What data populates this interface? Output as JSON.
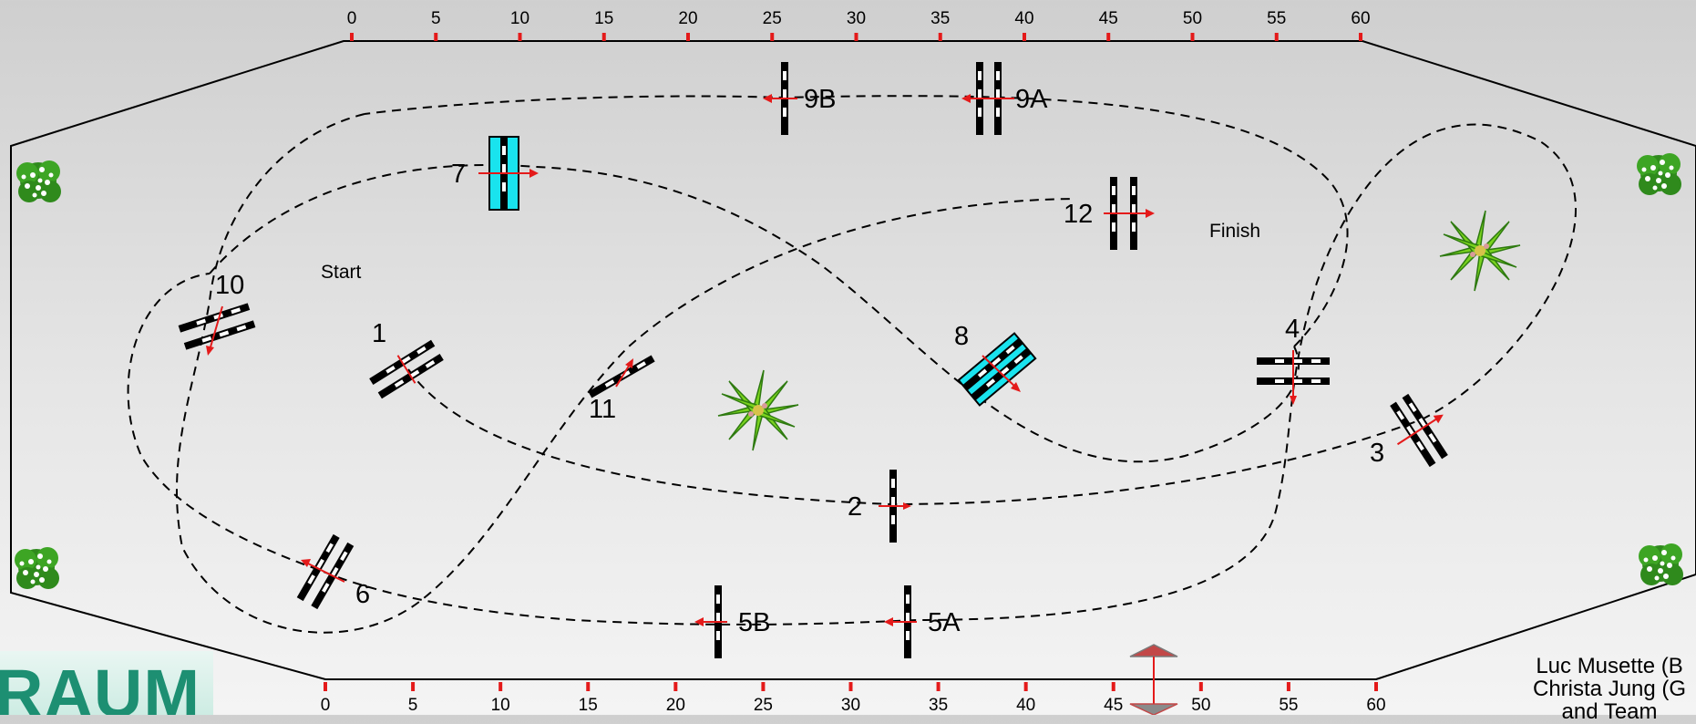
{
  "top_ruler": {
    "ticks": [
      "0",
      "5",
      "10",
      "15",
      "20",
      "25",
      "30",
      "35",
      "40",
      "45",
      "50",
      "55",
      "60"
    ]
  },
  "bottom_ruler": {
    "ticks": [
      "0",
      "5",
      "10",
      "15",
      "20",
      "25",
      "30",
      "35",
      "40",
      "45",
      "50",
      "55",
      "60"
    ]
  },
  "labels": {
    "start": "Start",
    "finish": "Finish"
  },
  "obstacles": [
    {
      "id": "1",
      "type": "jump",
      "label": "1"
    },
    {
      "id": "2",
      "type": "jump",
      "label": "2"
    },
    {
      "id": "3",
      "type": "jump",
      "label": "3"
    },
    {
      "id": "4",
      "type": "oxer",
      "label": "4"
    },
    {
      "id": "5A",
      "type": "jump",
      "label": "5A"
    },
    {
      "id": "5B",
      "type": "jump",
      "label": "5B"
    },
    {
      "id": "6",
      "type": "oxer",
      "label": "6"
    },
    {
      "id": "7",
      "type": "water-jump",
      "label": "7"
    },
    {
      "id": "8",
      "type": "water-jump",
      "label": "8"
    },
    {
      "id": "9A",
      "type": "oxer",
      "label": "9A"
    },
    {
      "id": "9B",
      "type": "jump",
      "label": "9B"
    },
    {
      "id": "10",
      "type": "oxer",
      "label": "10"
    },
    {
      "id": "11",
      "type": "jump",
      "label": "11"
    },
    {
      "id": "12",
      "type": "oxer",
      "label": "12"
    }
  ],
  "colors": {
    "arena_border": "#000000",
    "course_path": "#000000",
    "direction_arrow": "#e41a1a",
    "ruler_tick": "#e41a1a",
    "water": "#19e3ee",
    "plant": "#3fa81f",
    "brand": "#1d8f72"
  },
  "icons": {
    "tree": "tree-icon",
    "palm": "palm-plant-icon",
    "entrance": "entrance-gate-icon"
  },
  "branding": {
    "logo_text": "RAUM"
  },
  "credits": {
    "line1": "Luc Musette (B",
    "line2": "Christa Jung (G",
    "line3": "and Team"
  }
}
